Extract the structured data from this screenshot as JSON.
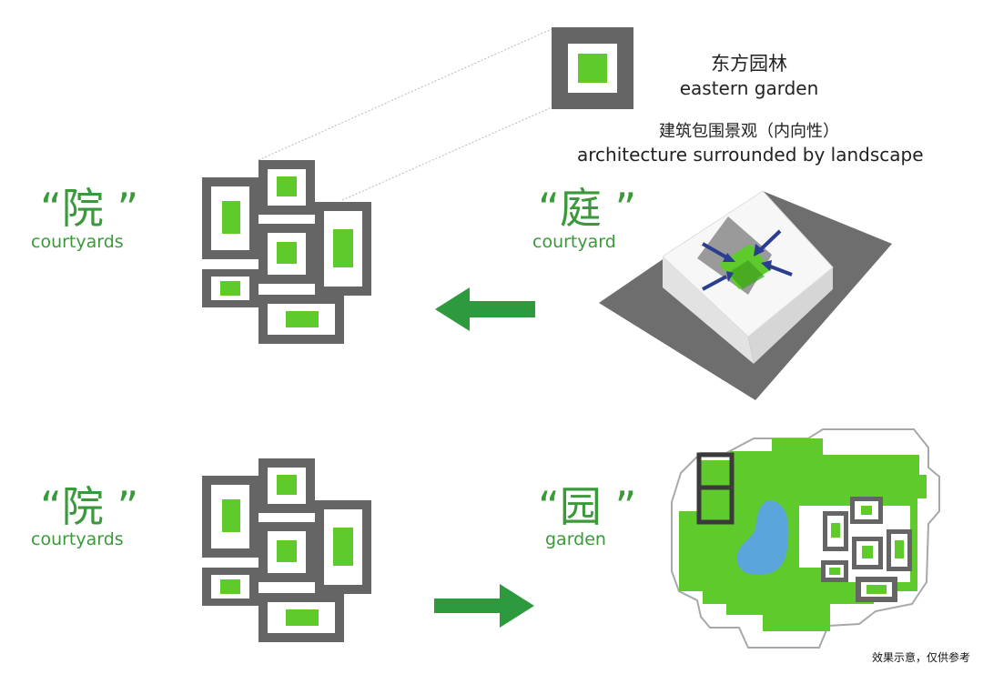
{
  "legend": {
    "cn_title": "东方园林",
    "en_title": "eastern garden",
    "cn_sub": "建筑包围景观（内向性）",
    "en_sub": "architecture surrounded by landscape"
  },
  "top_left": {
    "cn": "“院 ”",
    "en": "courtyards"
  },
  "top_right": {
    "cn": "“庭 ”",
    "en": "courtyard"
  },
  "bottom_left": {
    "cn": "“院 ”",
    "en": "courtyards"
  },
  "bottom_right": {
    "cn": "“园 ”",
    "en": "garden"
  },
  "caption": "效果示意，仅供参考",
  "colors": {
    "building": "#656565",
    "green": "#5fca2c",
    "label_green": "#3a9a3a",
    "arrow": "#2e9a3e",
    "pond": "#5aa5dc",
    "inward_arrow": "#2a3d8f"
  },
  "arrows": {
    "top": "left",
    "bottom": "right"
  }
}
